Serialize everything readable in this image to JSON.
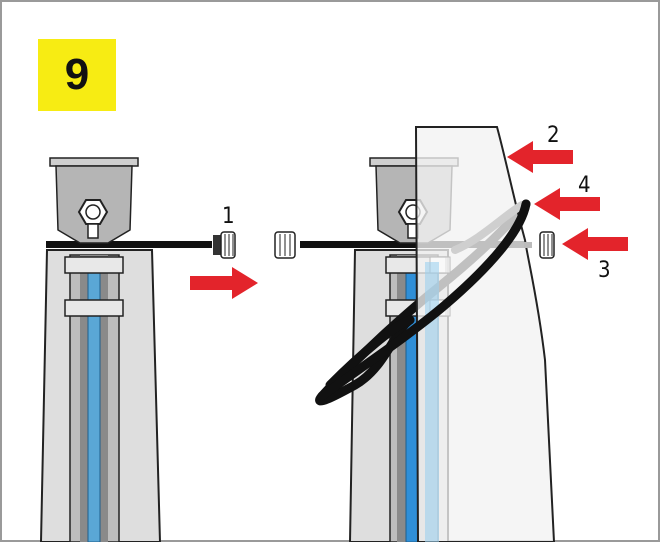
{
  "step": {
    "number": "9",
    "badge_color": "#f7ec13"
  },
  "callouts": [
    {
      "id": "1",
      "label": "1"
    },
    {
      "id": "2",
      "label": "2"
    },
    {
      "id": "3",
      "label": "3"
    },
    {
      "id": "4",
      "label": "4"
    }
  ],
  "colors": {
    "arrow": "#e3242b",
    "tube_fill": "#d9d9d9",
    "tube_outline": "#222222",
    "inner_rod": "#7a7a7a",
    "capillary": "#5aa7d6",
    "funnel": "#b5b5b5",
    "cable": "#111111",
    "overlay": "#f2f2f2"
  },
  "icons": [
    "funnel-icon",
    "nut-icon",
    "cable-gland-icon",
    "arrow-icon",
    "cover-icon",
    "loop-cable-icon"
  ]
}
